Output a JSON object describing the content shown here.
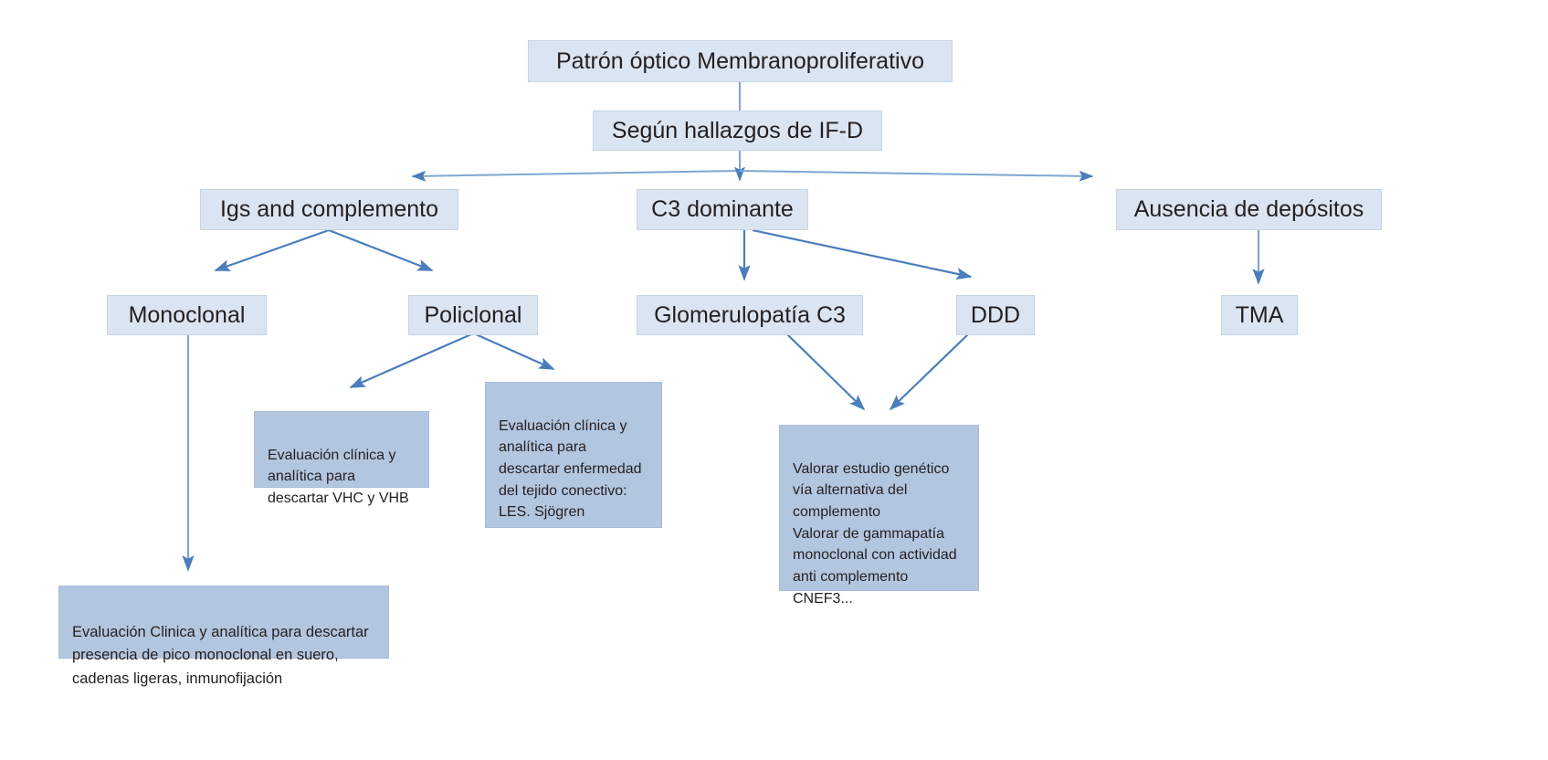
{
  "diagram": {
    "title_node": "Patrón óptico Membranoproliferativo",
    "nodes": {
      "root": "Patrón óptico Membranoproliferativo",
      "criteria": "Según hallazgos de IF-D",
      "branch_igs": "Igs and complemento",
      "branch_c3": "C3 dominante",
      "branch_ausencia": "Ausencia de depósitos",
      "monoclonal": "Monoclonal",
      "policlonal": "Policlonal",
      "glomerulopatia_c3": "Glomerulopatía C3",
      "ddd": "DDD",
      "tma": "TMA"
    },
    "details": {
      "monoclonal_detail": "Evaluación Clinica y analítica para descartar presencia de pico monoclonal en suero, cadenas ligeras, inmunofijación",
      "policlonal_left_detail": "Evaluación clínica y analítica para descartar VHC y VHB",
      "policlonal_right_detail": "Evaluación clínica y analítica para descartar enfermedad del tejido conectivo: LES. Sjögren",
      "c3_ddd_detail": "Valorar estudio genético vía alternativa del complemento\nValorar de gammapatía monoclonal con actividad anti complemento CNEF3..."
    },
    "colors": {
      "node_fill": "#dbe5f1",
      "detail_fill": "#b3c6e0",
      "arrow": "#4a7ebb",
      "text": "#231f20",
      "background": "#ffffff"
    }
  }
}
